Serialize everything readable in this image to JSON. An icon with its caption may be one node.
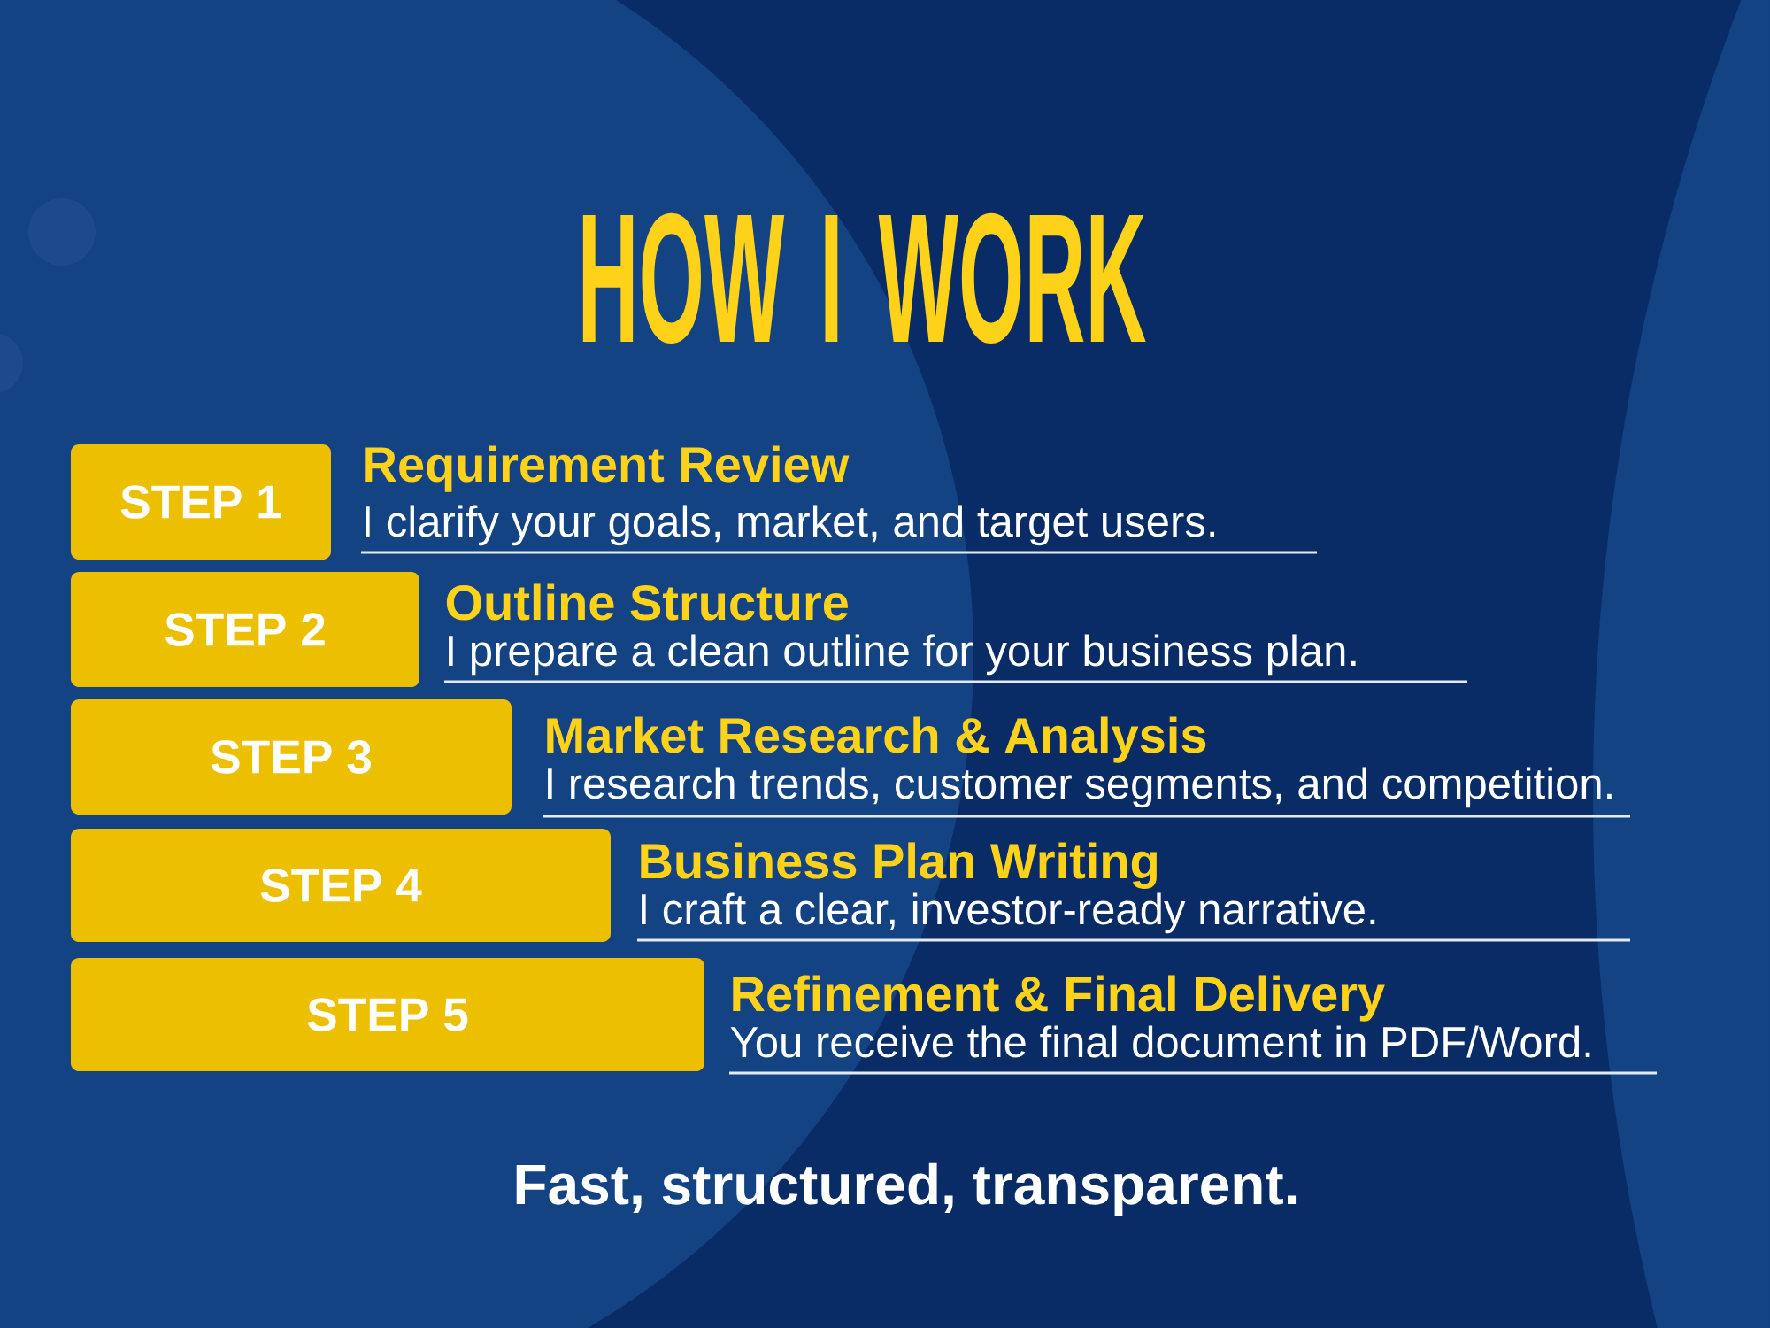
{
  "diagram": {
    "title": "HOW I WORK",
    "caption": "Fast, structured, transparent.",
    "nodes": [
      {
        "text": [
          "STEP 1"
        ],
        "beside": [
          "Requirement Review",
          "I clarify your goals, market, and target users."
        ]
      },
      {
        "text": [
          "STEP 2"
        ],
        "beside": [
          "Outline Structure",
          "I prepare a clean outline for your business plan."
        ]
      },
      {
        "text": [
          "STEP 3"
        ],
        "beside": [
          "Market Research & Analysis",
          "I research trends, customer segments, and competition."
        ]
      },
      {
        "text": [
          "STEP 4"
        ],
        "beside": [
          "Business Plan Writing",
          "I craft a clear, investor-ready narrative."
        ]
      },
      {
        "text": [
          "STEP 5"
        ],
        "beside": [
          "Refinement & Final Delivery",
          "You receive the final document in PDF/Word."
        ]
      }
    ]
  }
}
